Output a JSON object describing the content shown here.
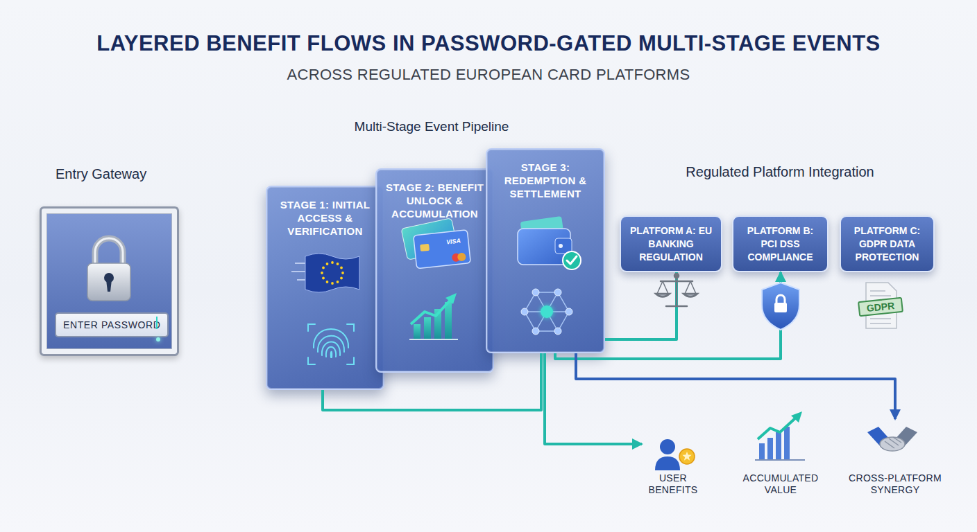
{
  "diagram": {
    "title": "LAYERED BENEFIT FLOWS IN PASSWORD-GATED MULTI-STAGE EVENTS",
    "nodes": [
      {
        "text": [
          "Entry Gateway"
        ]
      },
      {
        "text": [
          "ENTER PASSWORD"
        ],
        "in": 0
      },
      {
        "text": [
          "STAGE 1: INITIAL ACCESS & VERIFICATION"
        ]
      },
      {
        "text": [
          "STAGE 2: BENEFIT UNLOCK & ACCUMULATION"
        ]
      },
      {
        "text": [
          "STAGE 3: REDEMPTION & SETTLEMENT"
        ]
      },
      {
        "text": [
          "PLATFORM A: EU BANKING REGULATION"
        ]
      },
      {
        "text": [
          "PLATFORM B: PCI DSS COMPLIANCE"
        ]
      },
      {
        "text": [
          "PLATFORM C: GDPR DATA PROTECTION"
        ]
      },
      {
        "text": [
          "USER BENEFITS"
        ]
      },
      {
        "text": [
          "ACCUMULATED VALUE"
        ]
      },
      {
        "text": [
          "CROSS-PLATFORM SYNERGY"
        ]
      }
    ],
    "edges": [
      {
        "from": 0,
        "to": 2,
        "arrow": "to"
      },
      {
        "from": 2,
        "to": 4,
        "arrow": "none"
      },
      {
        "from": 4,
        "to": 5,
        "arrow": "none"
      },
      {
        "from": 4,
        "to": 6,
        "arrow": "to"
      },
      {
        "from": 4,
        "to": 10,
        "arrow": "to"
      },
      {
        "from": 4,
        "to": 8,
        "arrow": "to"
      }
    ],
    "labels": [
      "ACROSS REGULATED EUROPEAN CARD PLATFORMS",
      "Multi-Stage Event Pipeline",
      "Regulated Platform Integration",
      "VISA",
      "GDPR"
    ]
  }
}
